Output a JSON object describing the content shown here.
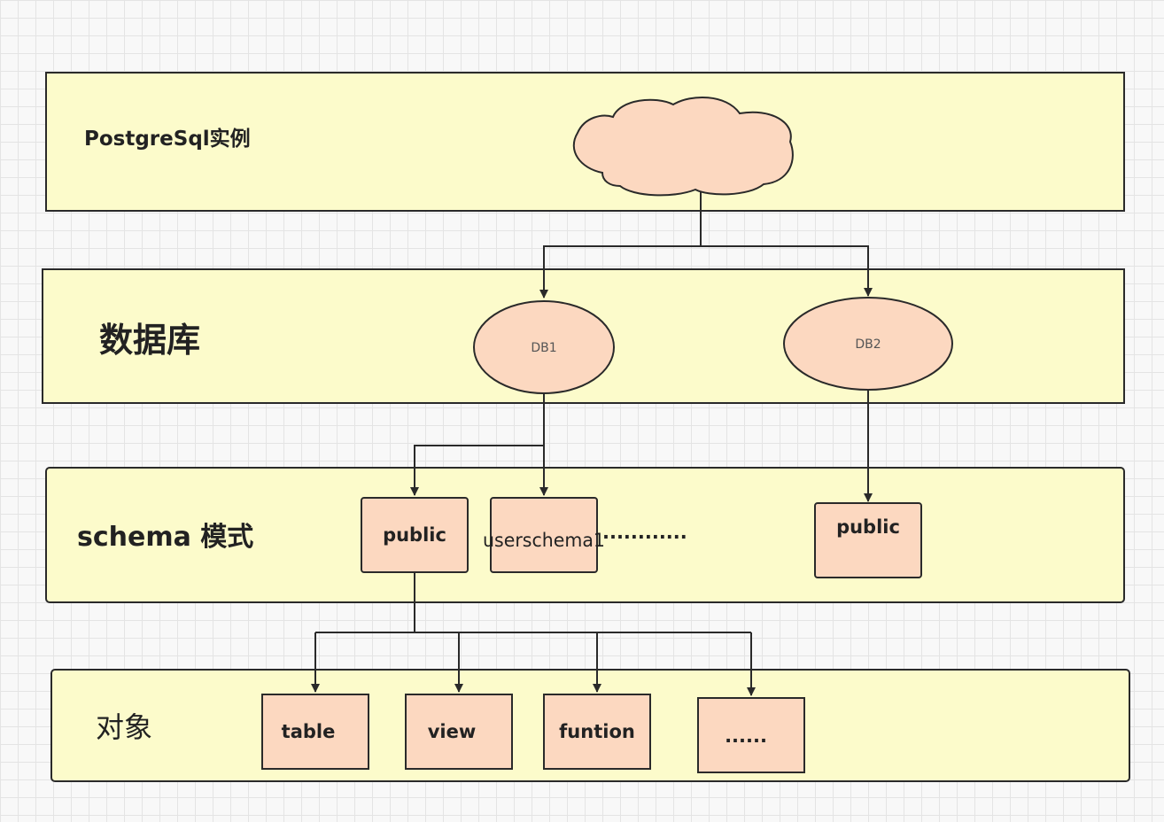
{
  "layers": {
    "instance": "PostgreSql实例",
    "database": "数据库",
    "schema": "schema 模式",
    "objects": "对象"
  },
  "databases": {
    "db1": "DB1",
    "db2": "DB2"
  },
  "schemas": {
    "db1_public": "public",
    "db1_userschema": "userschema1",
    "more": "............",
    "db2_public": "public"
  },
  "objects": {
    "table": "table",
    "view": "view",
    "function": "funtion",
    "more": "......"
  },
  "colors": {
    "layer_fill": "#fcfbcb",
    "node_fill": "#fcd8c0",
    "stroke": "#2a2a2a"
  }
}
